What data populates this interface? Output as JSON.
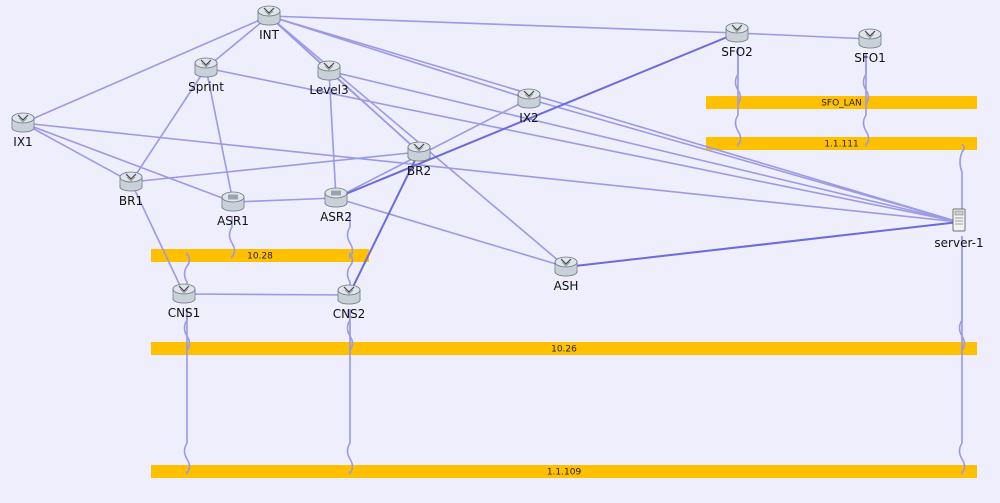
{
  "colors": {
    "background": "#eeeefc",
    "link": "#9a9ae6",
    "link_strong": "#6b6bdc",
    "segment": "#ffc000",
    "router_fill": "#dfe5ea",
    "router_stroke": "#6a7680"
  },
  "nodes": [
    {
      "id": "INT",
      "label": "INT",
      "type": "router"
    },
    {
      "id": "Sprint",
      "label": "Sprint",
      "type": "router"
    },
    {
      "id": "Level3",
      "label": "Level3",
      "type": "router"
    },
    {
      "id": "IX1",
      "label": "IX1",
      "type": "router"
    },
    {
      "id": "IX2",
      "label": "IX2",
      "type": "router"
    },
    {
      "id": "BR1",
      "label": "BR1",
      "type": "router"
    },
    {
      "id": "BR2",
      "label": "BR2",
      "type": "router"
    },
    {
      "id": "ASR1",
      "label": "ASR1",
      "type": "router-mpls"
    },
    {
      "id": "ASR2",
      "label": "ASR2",
      "type": "router-mpls"
    },
    {
      "id": "ASH",
      "label": "ASH",
      "type": "router"
    },
    {
      "id": "SFO2",
      "label": "SFO2",
      "type": "router"
    },
    {
      "id": "SFO1",
      "label": "SFO1",
      "type": "router"
    },
    {
      "id": "CNS1",
      "label": "CNS1",
      "type": "router"
    },
    {
      "id": "CNS2",
      "label": "CNS2",
      "type": "router"
    },
    {
      "id": "server-1",
      "label": "server-1",
      "type": "server"
    }
  ],
  "segments": [
    {
      "id": "SFO_LAN",
      "label": "SFO_LAN"
    },
    {
      "id": "1.1.111",
      "label": "1.1.111"
    },
    {
      "id": "10.28",
      "label": "10.28"
    },
    {
      "id": "10.26",
      "label": "10.26"
    },
    {
      "id": "1.1.109",
      "label": "1.1.109"
    }
  ],
  "links": [
    {
      "from": "INT",
      "to": "Sprint"
    },
    {
      "from": "INT",
      "to": "Level3"
    },
    {
      "from": "INT",
      "to": "IX2"
    },
    {
      "from": "INT",
      "to": "ASH"
    },
    {
      "from": "INT",
      "to": "SFO2"
    },
    {
      "from": "INT",
      "to": "server-1"
    },
    {
      "from": "INT",
      "to": "IX1"
    },
    {
      "from": "INT",
      "to": "BR2"
    },
    {
      "from": "Sprint",
      "to": "BR1"
    },
    {
      "from": "Sprint",
      "to": "ASR1"
    },
    {
      "from": "Sprint",
      "to": "server-1"
    },
    {
      "from": "Level3",
      "to": "ASR2"
    },
    {
      "from": "Level3",
      "to": "BR2"
    },
    {
      "from": "Level3",
      "to": "server-1"
    },
    {
      "from": "IX1",
      "to": "BR1"
    },
    {
      "from": "IX1",
      "to": "ASR1"
    },
    {
      "from": "IX1",
      "to": "server-1"
    },
    {
      "from": "IX2",
      "to": "ASR2"
    },
    {
      "from": "IX2",
      "to": "server-1"
    },
    {
      "from": "BR1",
      "to": "BR2"
    },
    {
      "from": "BR1",
      "to": "CNS1"
    },
    {
      "from": "ASR1",
      "to": "ASR2"
    },
    {
      "from": "ASR2",
      "to": "ASH"
    },
    {
      "from": "ASR2",
      "to": "SFO2",
      "strong": true
    },
    {
      "from": "BR2",
      "to": "CNS2",
      "strong": true
    },
    {
      "from": "CNS1",
      "to": "CNS2"
    },
    {
      "from": "ASH",
      "to": "server-1",
      "strong": true
    },
    {
      "from": "SFO2",
      "to": "SFO1"
    }
  ],
  "attachments": [
    {
      "node": "SFO2",
      "segment": "SFO_LAN"
    },
    {
      "node": "SFO1",
      "segment": "SFO_LAN"
    },
    {
      "node": "SFO2",
      "segment": "1.1.111"
    },
    {
      "node": "SFO1",
      "segment": "1.1.111"
    },
    {
      "node": "server-1",
      "segment": "1.1.111"
    },
    {
      "node": "ASR1",
      "segment": "10.28"
    },
    {
      "node": "ASR2",
      "segment": "10.28"
    },
    {
      "node": "CNS1",
      "segment": "10.28"
    },
    {
      "node": "CNS2",
      "segment": "10.28"
    },
    {
      "node": "CNS1",
      "segment": "10.26"
    },
    {
      "node": "CNS2",
      "segment": "10.26"
    },
    {
      "node": "server-1",
      "segment": "10.26"
    },
    {
      "node": "CNS1",
      "segment": "1.1.109"
    },
    {
      "node": "CNS2",
      "segment": "1.1.109"
    },
    {
      "node": "server-1",
      "segment": "1.1.109"
    }
  ]
}
